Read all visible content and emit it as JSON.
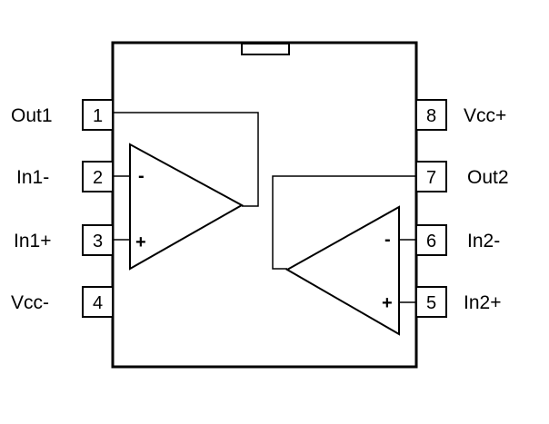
{
  "pins": {
    "p1": {
      "number": "1",
      "label": "Out1"
    },
    "p2": {
      "number": "2",
      "label": "In1-"
    },
    "p3": {
      "number": "3",
      "label": "In1+"
    },
    "p4": {
      "number": "4",
      "label": "Vcc-"
    },
    "p5": {
      "number": "5",
      "label": "In2+"
    },
    "p6": {
      "number": "6",
      "label": "In2-"
    },
    "p7": {
      "number": "7",
      "label": "Out2"
    },
    "p8": {
      "number": "8",
      "label": "Vcc+"
    }
  },
  "opamp1": {
    "minus": "-",
    "plus": "+"
  },
  "opamp2": {
    "minus": "-",
    "plus": "+"
  }
}
